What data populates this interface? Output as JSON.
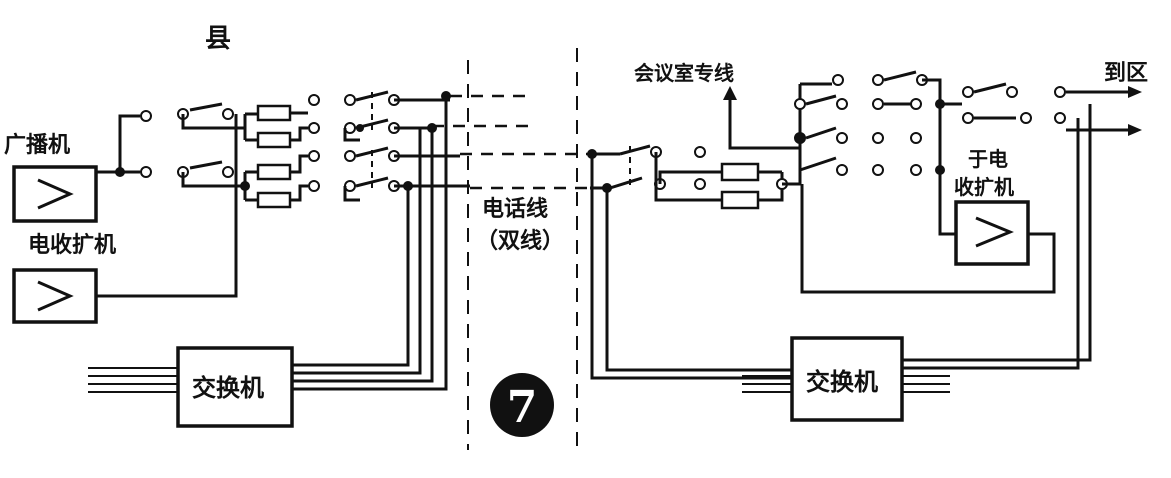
{
  "labels": {
    "county": "县",
    "broadcaster": "广播机",
    "radio_amp_left": "电收扩机",
    "switchboard_left": "交换机",
    "phone_line": "电话线",
    "phone_line_note": "（双线）",
    "meeting_line": "会议室专线",
    "to_district": "到区",
    "radio_amp_right_1": "于电",
    "radio_amp_right_2": "收扩机",
    "switchboard_right": "交换机",
    "page_badge": "7"
  },
  "icons": {
    "amplifier": "triangle-amplifier-icon",
    "arrow": "arrow-icon"
  },
  "colors": {
    "ink": "#111111",
    "paper": "#ffffff"
  }
}
